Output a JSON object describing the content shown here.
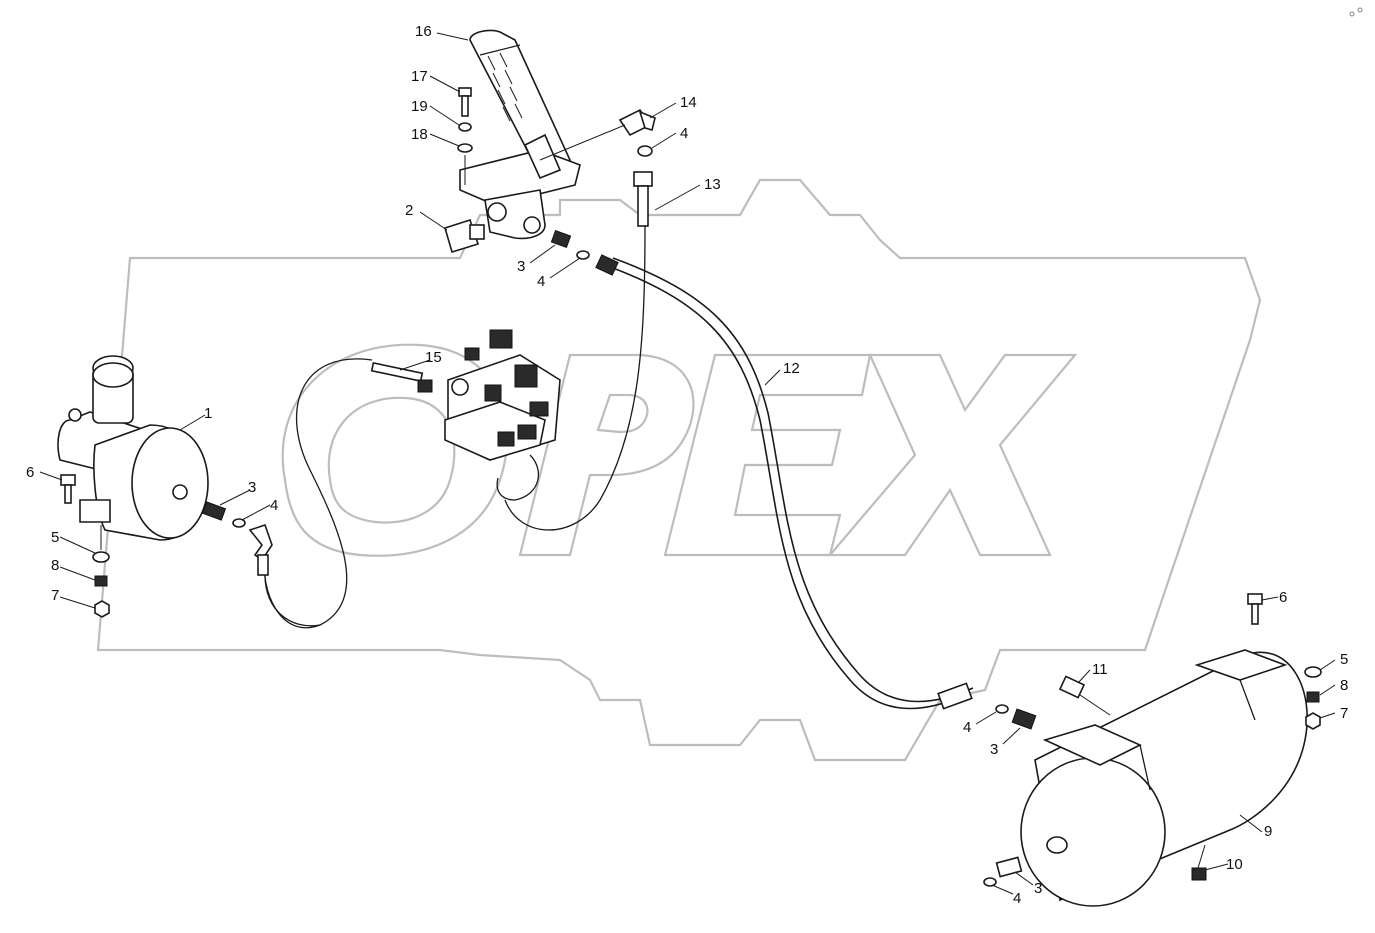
{
  "callouts": [
    {
      "id": "c16",
      "text": "16"
    },
    {
      "id": "c17",
      "text": "17"
    },
    {
      "id": "c19",
      "text": "19"
    },
    {
      "id": "c18",
      "text": "18"
    },
    {
      "id": "c14",
      "text": "14"
    },
    {
      "id": "c4a",
      "text": "4"
    },
    {
      "id": "c13",
      "text": "13"
    },
    {
      "id": "c2",
      "text": "2"
    },
    {
      "id": "c3a",
      "text": "3"
    },
    {
      "id": "c4b",
      "text": "4"
    },
    {
      "id": "c15",
      "text": "15"
    },
    {
      "id": "c12",
      "text": "12"
    },
    {
      "id": "c1",
      "text": "1"
    },
    {
      "id": "c6a",
      "text": "6"
    },
    {
      "id": "c3b",
      "text": "3"
    },
    {
      "id": "c4c",
      "text": "4"
    },
    {
      "id": "c5a",
      "text": "5"
    },
    {
      "id": "c8a",
      "text": "8"
    },
    {
      "id": "c7a",
      "text": "7"
    },
    {
      "id": "c6b",
      "text": "6"
    },
    {
      "id": "c11",
      "text": "11"
    },
    {
      "id": "c5b",
      "text": "5"
    },
    {
      "id": "c8b",
      "text": "8"
    },
    {
      "id": "c7b",
      "text": "7"
    },
    {
      "id": "c4d",
      "text": "4"
    },
    {
      "id": "c3c",
      "text": "3"
    },
    {
      "id": "c9",
      "text": "9"
    },
    {
      "id": "c10",
      "text": "10"
    },
    {
      "id": "c3d",
      "text": "3"
    },
    {
      "id": "c4e",
      "text": "4"
    }
  ]
}
